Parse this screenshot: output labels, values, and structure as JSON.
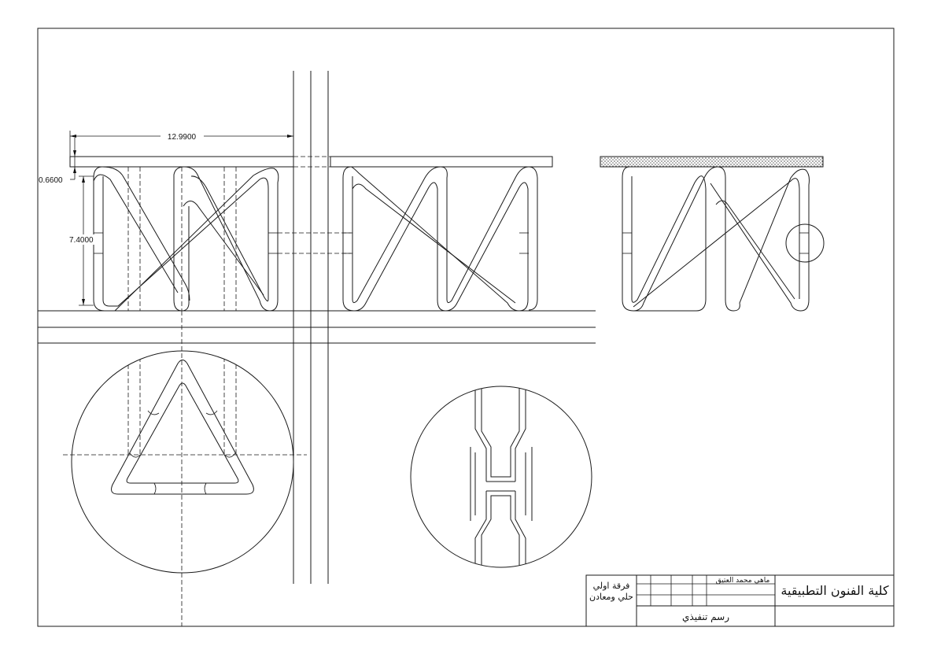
{
  "dimensions": {
    "top_width": "12.9900",
    "top_thickness": "0.6600",
    "leg_height": "7.4000"
  },
  "title_block": {
    "faculty": "كلية الفنون التطبيقية",
    "student_name": "ماهي محمد العتيق",
    "year": "فرقة اولي",
    "department": "حلي ومعادن",
    "drawing_type": "رسم تنفيذي"
  }
}
